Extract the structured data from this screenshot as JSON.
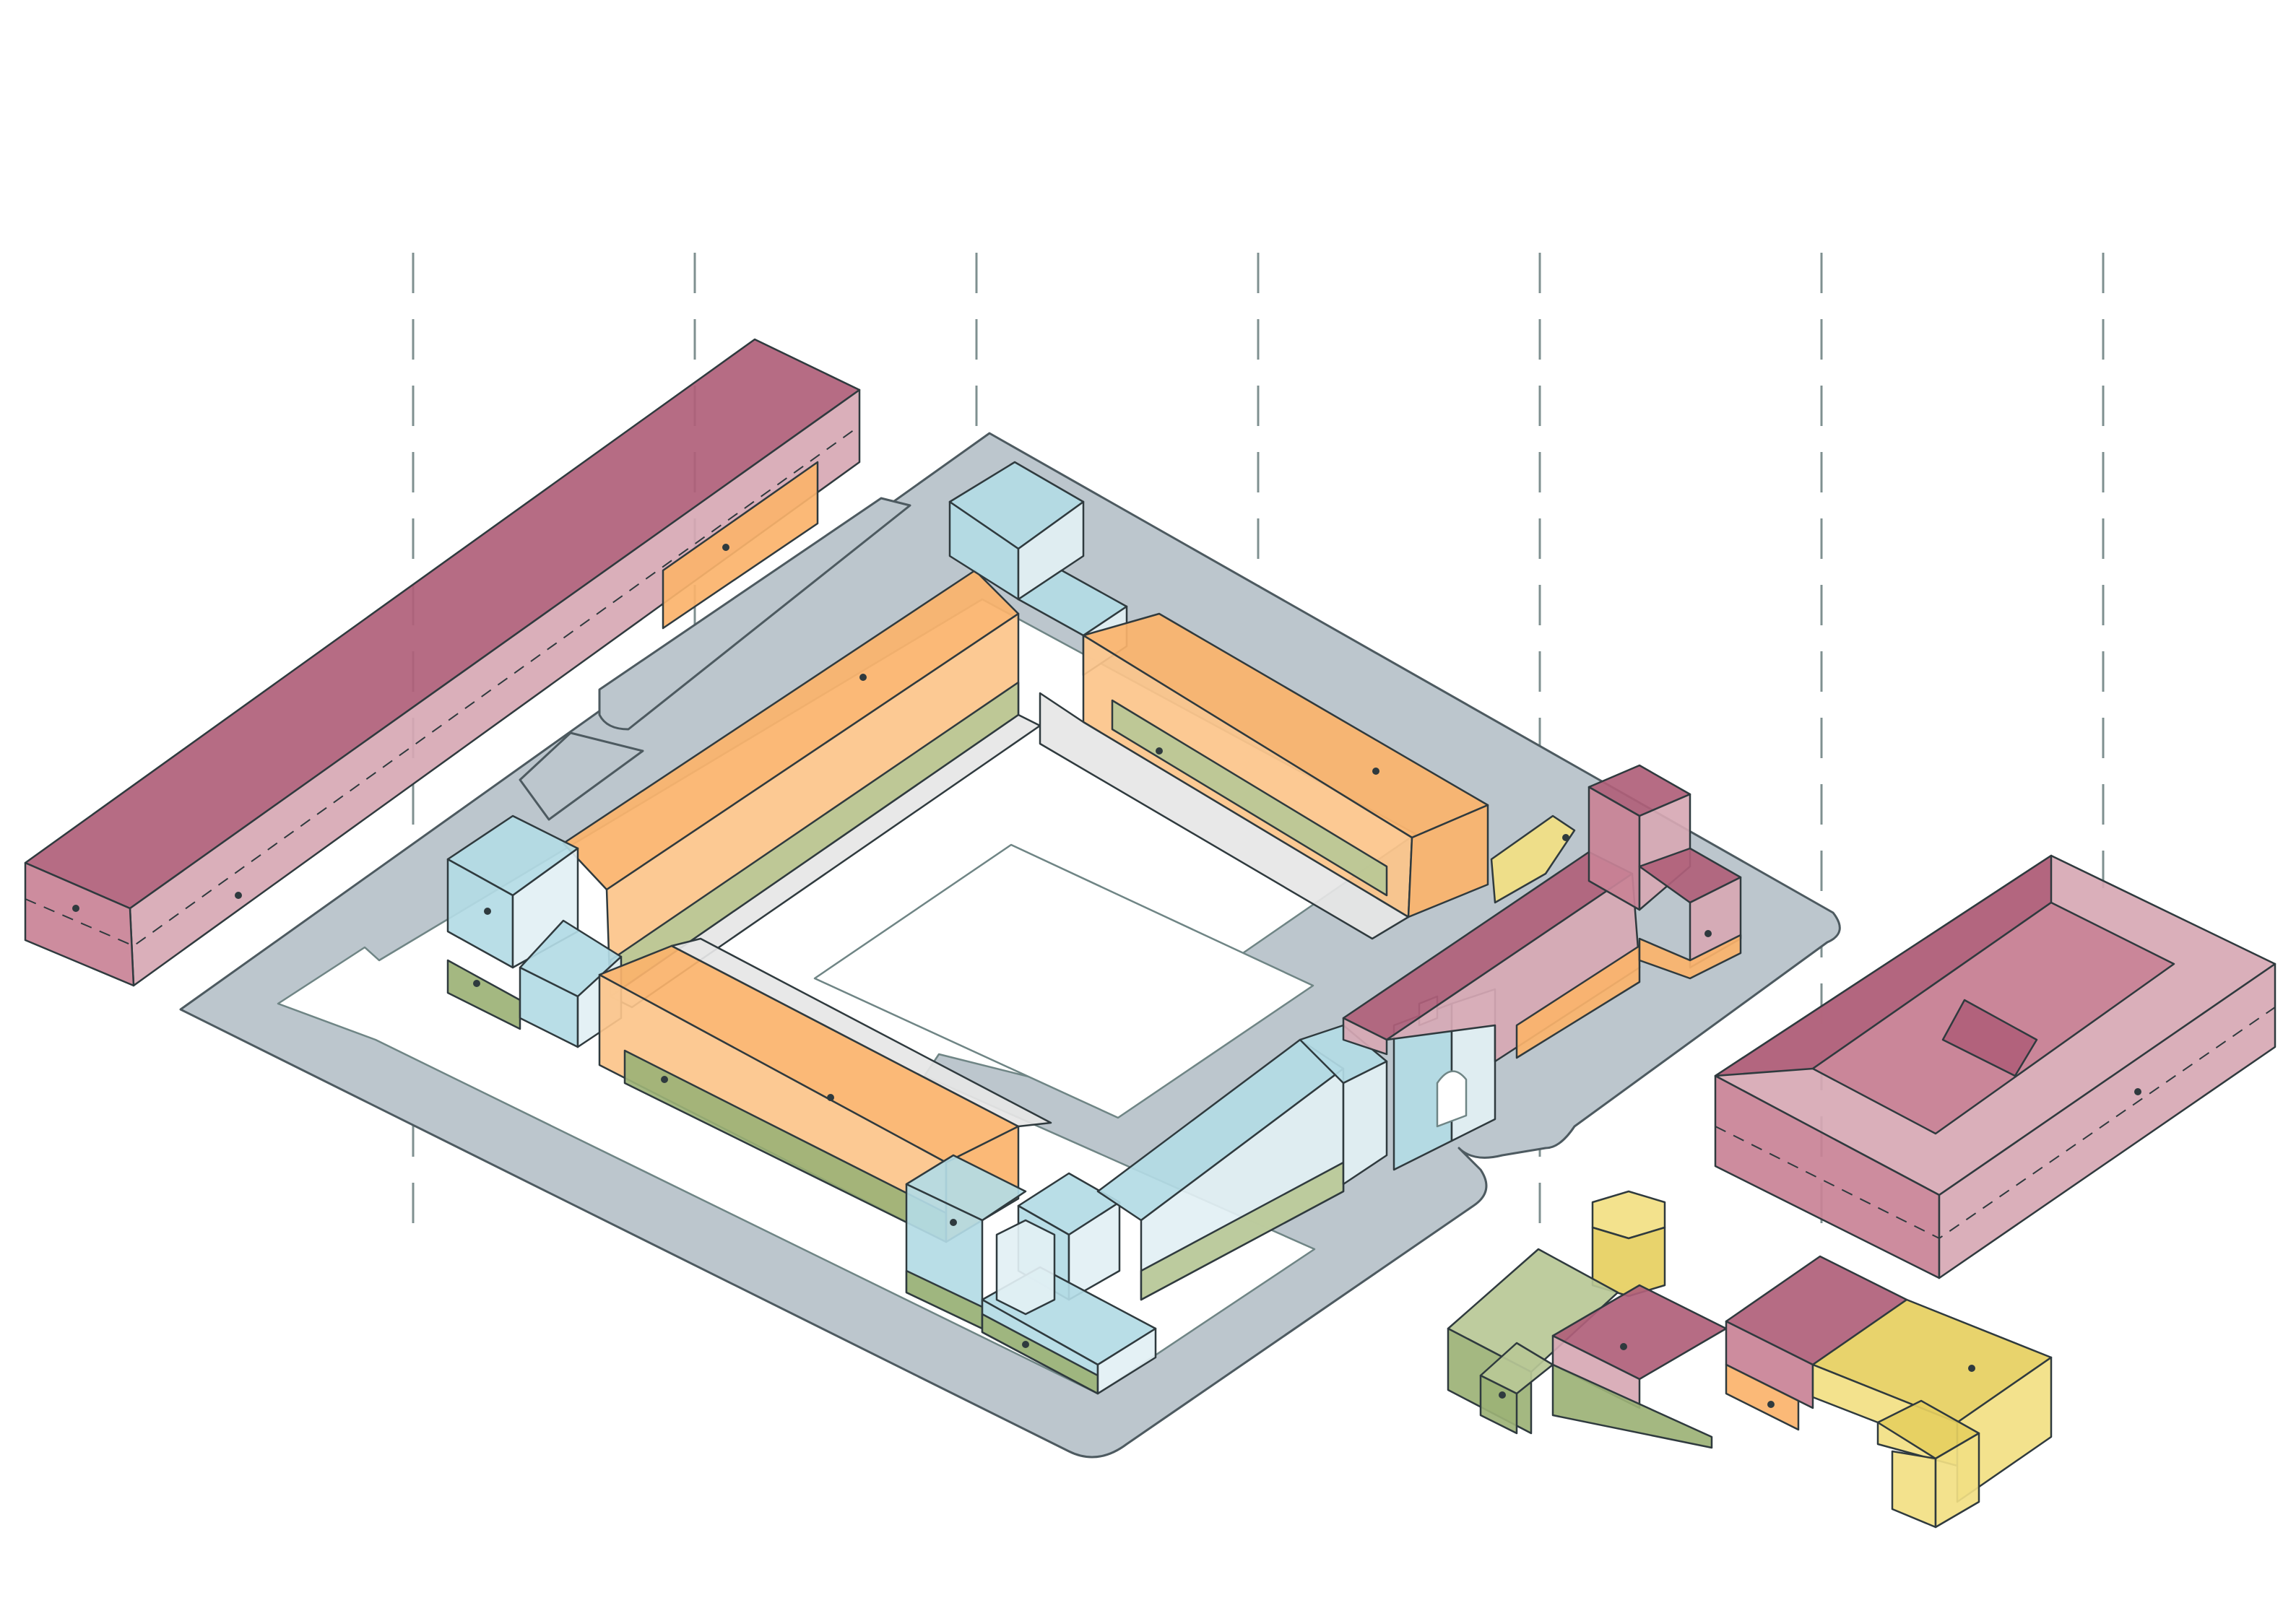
{
  "diagram": {
    "kind": "isometric-building-diagram",
    "text_labels": [],
    "colors": {
      "ground": "#bcc6cd",
      "ground_stroke": "#4d5a60",
      "outline": "#2f3a3e",
      "grid_line": "#7f9090",
      "courtyard": "#ffffff",
      "courtyard_line": "#6f8585",
      "pink_top": "#d7a8b4",
      "pink_roof": "#b0607a",
      "pink_side": "#c98296",
      "orange": "#fbb36b",
      "orange_light": "#fcc48a",
      "blue": "#b3dbe5",
      "blue_light": "#e2f0f4",
      "green": "#9cb276",
      "green_light": "#b8c896",
      "yellow": "#f2df83",
      "yellow_dark": "#e6cf60",
      "grey": "#e6e6e6"
    },
    "building_groups": [
      {
        "name": "west-long-block",
        "color": "pink"
      },
      {
        "name": "courtyard-north-wing",
        "color": "orange"
      },
      {
        "name": "courtyard-east-wing",
        "color": "orange"
      },
      {
        "name": "courtyard-south-wing",
        "color": "orange"
      },
      {
        "name": "courtyard-west-wing",
        "color": "blue"
      },
      {
        "name": "gate-pavilion",
        "color": "blue"
      },
      {
        "name": "east-hall",
        "color": "pink"
      },
      {
        "name": "east-block",
        "color": "pink"
      },
      {
        "name": "south-east-cluster",
        "color": "green"
      },
      {
        "name": "south-east-annex",
        "color": "yellow"
      }
    ]
  }
}
